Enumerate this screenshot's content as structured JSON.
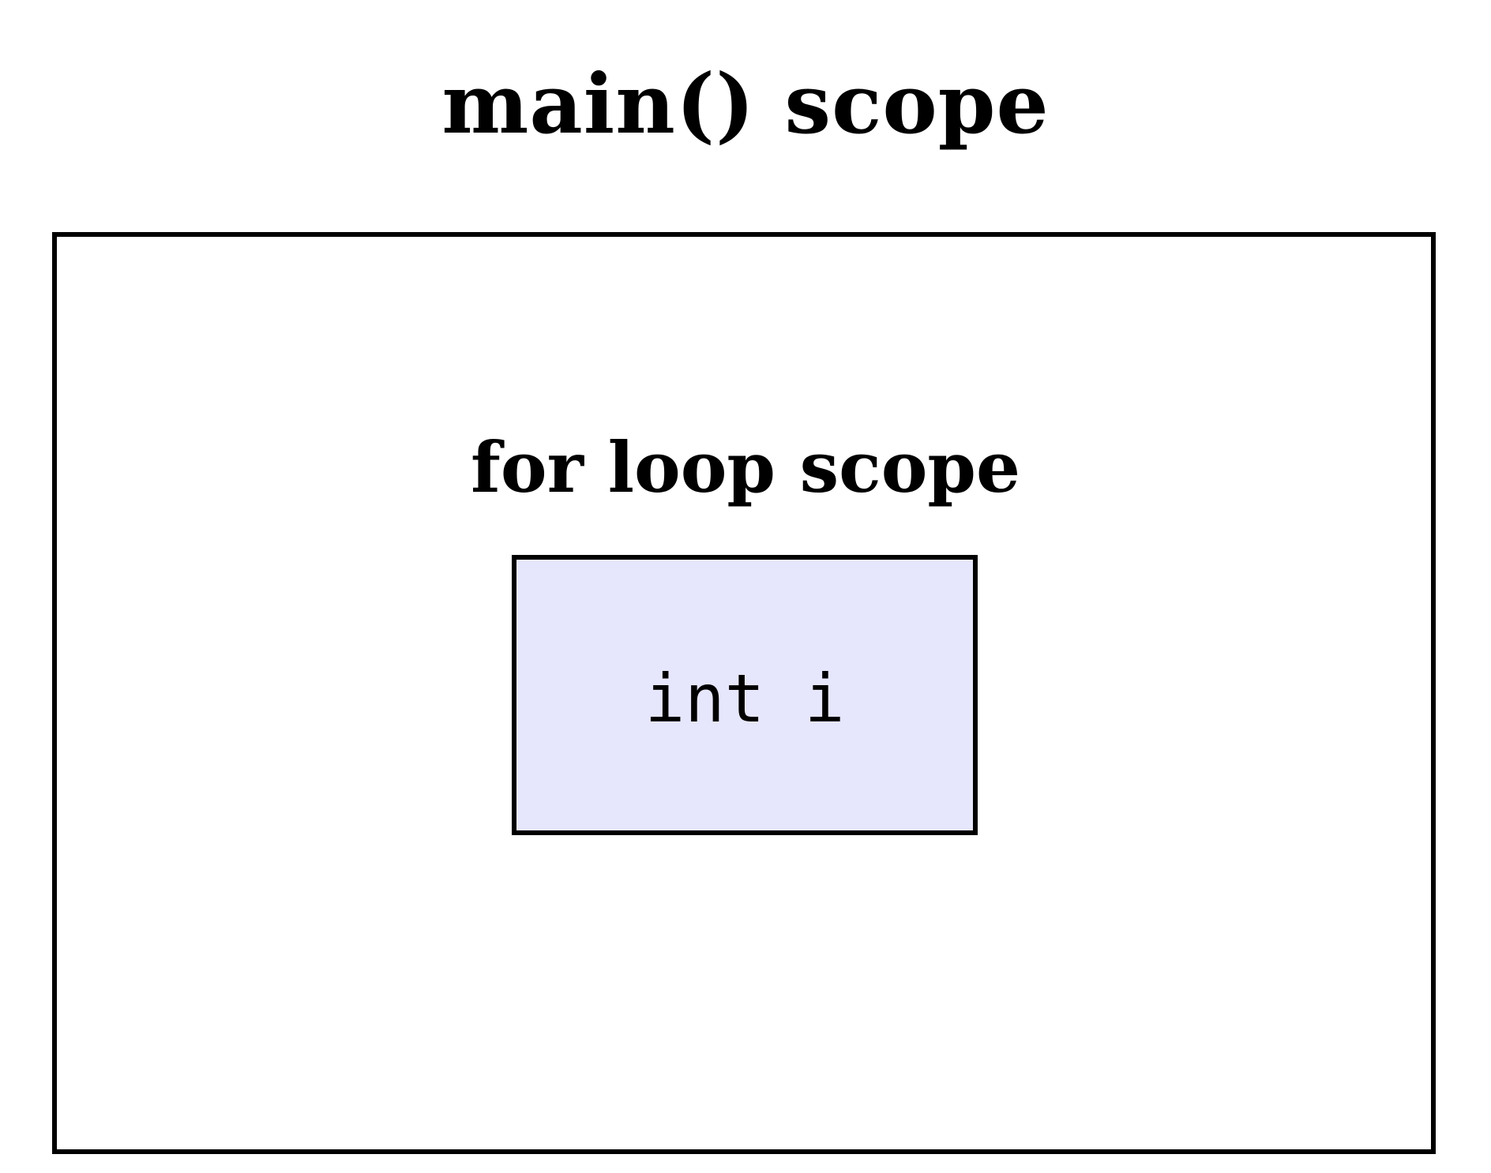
{
  "outer_scope": {
    "title": "main() scope"
  },
  "inner_scope": {
    "title": "for loop scope"
  },
  "variable": {
    "label": "int i",
    "fill_color": "#e6e6fc"
  }
}
